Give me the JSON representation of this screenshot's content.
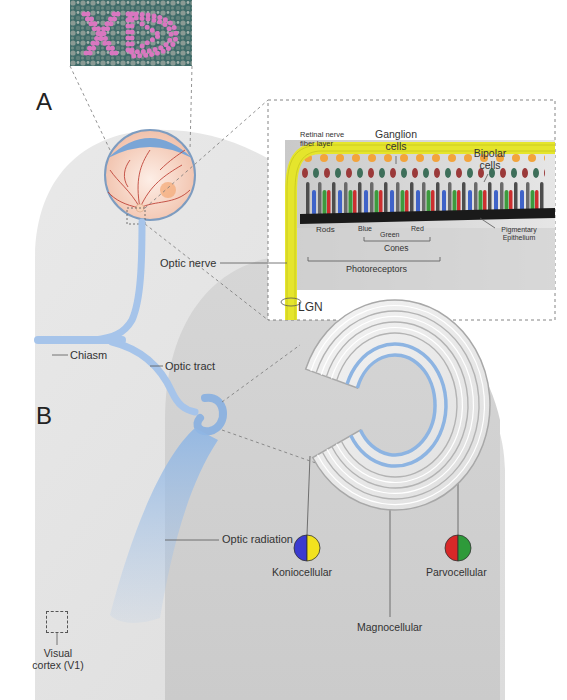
{
  "diagram": {
    "nodes": [
      {
        "text": [
          "LGN"
        ]
      },
      {
        "text": [
          "Visual cortex (V1)"
        ]
      }
    ],
    "labels": [
      "A",
      "B",
      "Retinal nerve fiber layer",
      "Ganglion cells",
      "Bipolar cells",
      "Rods",
      "Blue",
      "Green",
      "Red",
      "Cones",
      "Pigmentary Epithelium",
      "Photoreceptors",
      "Optic nerve",
      "Chiasm",
      "Optic tract",
      "Optic radiation",
      "Koniocellular",
      "Magnocellular",
      "Parvocellular"
    ]
  }
}
